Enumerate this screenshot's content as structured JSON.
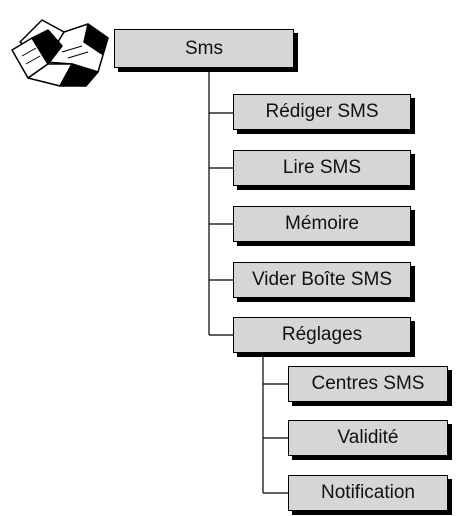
{
  "root": {
    "label": "Sms"
  },
  "menu": {
    "write": "Rédiger SMS",
    "read": "Lire SMS",
    "memory": "Mémoire",
    "empty": "Vider Boîte SMS",
    "settings": "Réglages",
    "centres": "Centres SMS",
    "validity": "Validité",
    "notification": "Notification"
  },
  "icon": "sms-messages-icon"
}
